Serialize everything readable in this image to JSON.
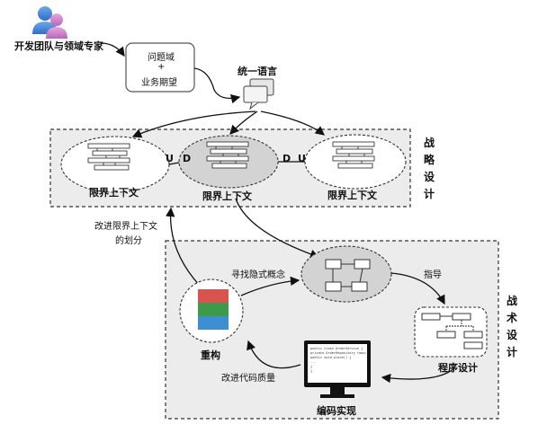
{
  "team": {
    "label": "开发团队与领域专家"
  },
  "problem_box": {
    "line1": "问题域",
    "line2": "+",
    "line3": "业务期望"
  },
  "language": {
    "label": "统一语言"
  },
  "strategic": {
    "title_chars": [
      "战",
      "略",
      "设",
      "计"
    ],
    "contexts": [
      {
        "label": "限界上下文"
      },
      {
        "label": "限界上下文"
      },
      {
        "label": "限界上下文"
      }
    ],
    "relations": [
      "U",
      "D",
      "D",
      "U"
    ]
  },
  "tactical": {
    "title_chars": [
      "战",
      "术",
      "设",
      "计"
    ],
    "nodes": {
      "refactor": "重构",
      "coding": "编码实现",
      "design": "程序设计"
    },
    "edges": {
      "find_concepts": "寻找隐式概念",
      "guide": "指导",
      "improve_quality": "改进代码质量"
    },
    "code_lines": [
      "public class OrderService {",
      "  private OrderRepository repo;",
      "  public void place() {",
      "  ...",
      "  }",
      "}"
    ]
  },
  "feedback": {
    "line1": "改进限界上下文",
    "line2": "的划分"
  },
  "colors": {
    "red": "#d9534f",
    "green": "#3c9a4a",
    "blue": "#3d8fd1",
    "panel": "#ececec",
    "ellipse_gray": "#d3d3d3"
  }
}
